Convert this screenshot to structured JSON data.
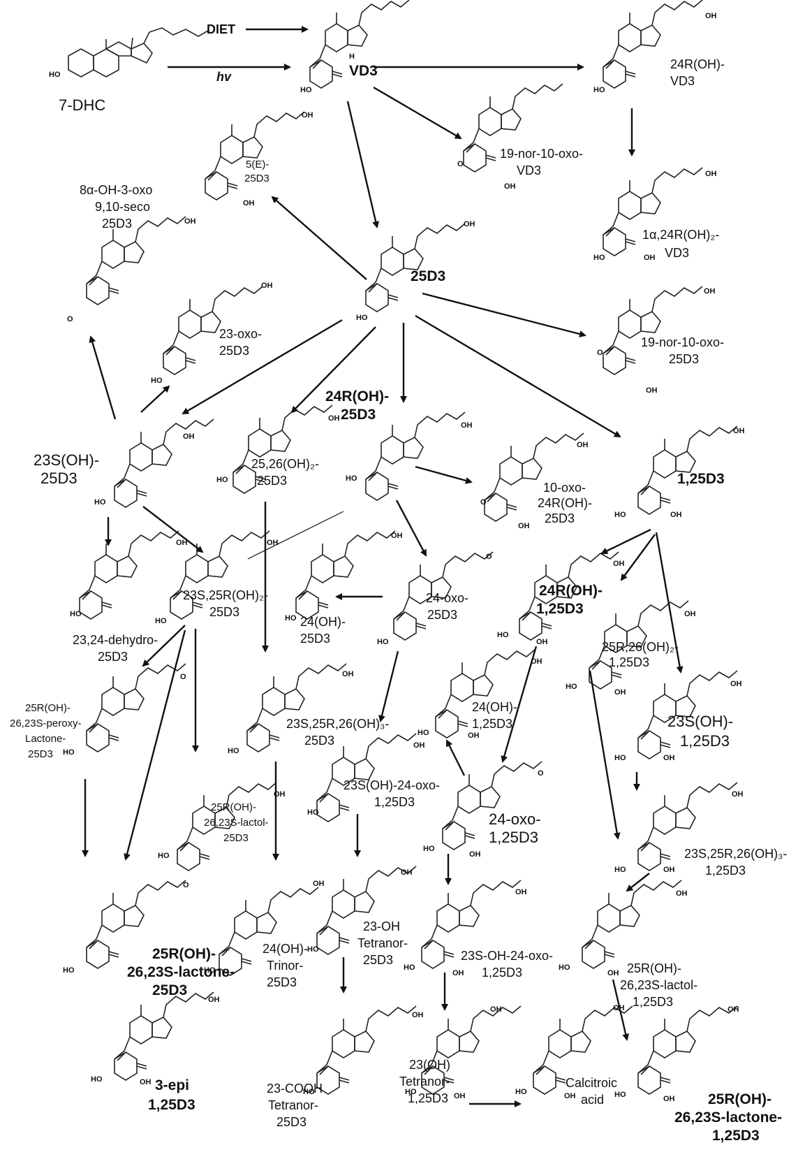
{
  "labels": {
    "diet": "DIET",
    "hv": "hv",
    "dhc7": "7-DHC",
    "vd3": "VD3",
    "d24r_vd3": [
      "24R(OH)-",
      "VD3"
    ],
    "nor_vd3": [
      "19-nor-10-oxo-",
      "VD3"
    ],
    "e25d3": [
      "5(E)-",
      "25D3"
    ],
    "a1_24r_vd3": [
      "1α,24R(OH)₂-",
      "VD3"
    ],
    "h8a": [
      "8α-OH-3-oxo",
      "9,10-seco",
      "25D3"
    ],
    "d25d3": "25D3",
    "oxo23": [
      "23-oxo-",
      "25D3"
    ],
    "nor_25d3": [
      "19-nor-10-oxo-",
      "25D3"
    ],
    "d24r_25d3": [
      "24R(OH)-",
      "25D3"
    ],
    "d23s_25d3": [
      "23S(OH)-",
      "25D3"
    ],
    "d25_26": [
      "25,26(OH)₂-",
      "25D3"
    ],
    "oxo10_24r": [
      "10-oxo-",
      "24R(OH)-",
      "25D3"
    ],
    "d125": "1,25D3",
    "dehydro": [
      "23,24-dehydro-",
      "25D3"
    ],
    "d23s25r": [
      "23S,25R(OH)₂-",
      "25D3"
    ],
    "d24oh_25": [
      "24(OH)-",
      "25D3"
    ],
    "oxo24_25": [
      "24-oxo-",
      "25D3"
    ],
    "d24r_125": [
      "24R(OH)-",
      "1,25D3"
    ],
    "d25r26_125": [
      "25R,26(OH)₂-",
      "1,25D3"
    ],
    "peroxy": [
      "25R(OH)-",
      "26,23S-peroxy-",
      "Lactone-",
      "25D3"
    ],
    "tri_25": [
      "23S,25R,26(OH)₃-",
      "25D3"
    ],
    "d24oh_125": [
      "24(OH)-",
      "1,25D3"
    ],
    "d23s_125": [
      "23S(OH)-",
      "1,25D3"
    ],
    "lactol_25": [
      "25R(OH)-",
      "26,23S-lactol-",
      "25D3"
    ],
    "oxo2324_125": [
      "23S(OH)-24-oxo-",
      "1,25D3"
    ],
    "oxo24_125": [
      "24-oxo-",
      "1,25D3"
    ],
    "tri_125": [
      "23S,25R,26(OH)₃-",
      "1,25D3"
    ],
    "lactone_25": [
      "25R(OH)-",
      "26,23S-lactone-",
      "25D3"
    ],
    "trinor": [
      "24(OH)-",
      "Trinor-",
      "25D3"
    ],
    "oh23_tetranor": [
      "23-OH",
      "Tetranor-",
      "25D3"
    ],
    "oxo23s24_125": [
      "23S-OH-24-oxo-",
      "1,25D3"
    ],
    "lactol_125": [
      "25R(OH)-",
      "26,23S-lactol-",
      "1,25D3"
    ],
    "epi": [
      "3-epi",
      "1,25D3"
    ],
    "cooh": [
      "23-COOH",
      "Tetranor-",
      "25D3"
    ],
    "oh23_tetranor_125": [
      "23(OH)",
      "Tetranor-",
      "1,25D3"
    ],
    "calcitroic": [
      "Calcitroic",
      "acid"
    ],
    "lactone_125": [
      "25R(OH)-",
      "26,23S-lactone-",
      "1,25D3"
    ]
  },
  "groups": {
    "ho": "HO",
    "oh": "OH",
    "h": "H",
    "o": "O"
  },
  "colors": {
    "ink": "#111111",
    "background": "#ffffff"
  }
}
